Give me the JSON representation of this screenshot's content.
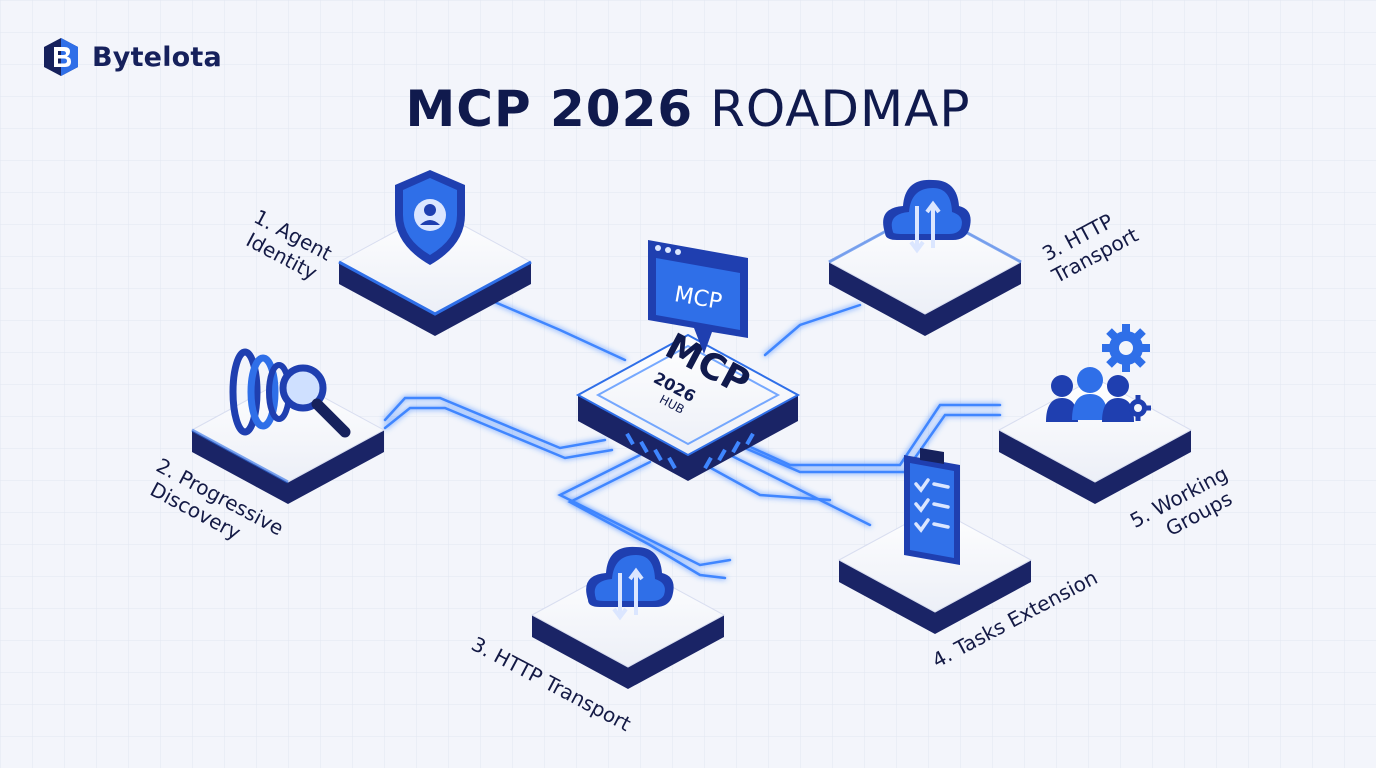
{
  "brand": {
    "name": "Bytelota",
    "logo_icon": "b-hexagon-logo-icon"
  },
  "title": {
    "bold": "MCP 2026",
    "light": "ROADMAP"
  },
  "hub": {
    "chip_title": "MCP",
    "chip_year": "2026",
    "chip_sub": "HUB",
    "badge": "MCP"
  },
  "nodes": [
    {
      "id": "agent-identity",
      "label_lines": [
        "1. Agent",
        "Identity"
      ],
      "icon": "shield-user-icon"
    },
    {
      "id": "http-transport-top",
      "label_lines": [
        "3. HTTP",
        "Transport"
      ],
      "icon": "cloud-sync-icon"
    },
    {
      "id": "progressive-discovery",
      "label_lines": [
        "2. Progressive",
        "Discovery"
      ],
      "icon": "magnifier-rings-icon"
    },
    {
      "id": "working-groups",
      "label_lines": [
        "5. Working",
        "Groups"
      ],
      "icon": "team-gears-icon"
    },
    {
      "id": "tasks-extension",
      "label_lines": [
        "4. Tasks Extension"
      ],
      "icon": "clipboard-checklist-icon"
    },
    {
      "id": "http-transport-bottom",
      "label_lines": [
        "3. HTTP Transport"
      ],
      "icon": "cloud-sync-icon"
    }
  ],
  "colors": {
    "navy": "#16215c",
    "accent": "#2f6fe8",
    "glow": "#3f86ff",
    "tile_top": "#f7f8fc"
  }
}
